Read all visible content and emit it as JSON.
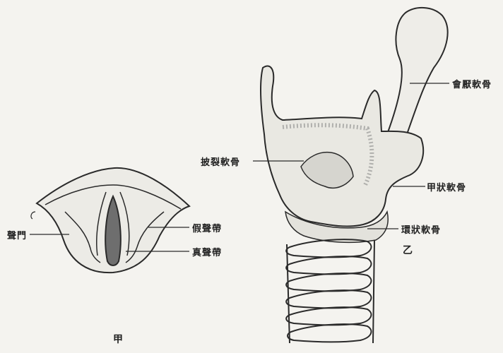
{
  "labels": {
    "glottis": "聲門",
    "false_vocal_cord": "假聲帶",
    "true_vocal_cord": "真聲帶",
    "epiglottic_cartilage": "會厭軟骨",
    "arytenoid_cartilage": "披裂軟骨",
    "thyroid_cartilage": "甲狀軟骨",
    "cricoid_cartilage": "環狀軟骨",
    "panel_a_mark": "甲",
    "panel_b_mark": "乙"
  },
  "colors": {
    "ink": "#2a2a2a",
    "shade": "#8a8a8a",
    "paper": "#f4f3ef"
  }
}
